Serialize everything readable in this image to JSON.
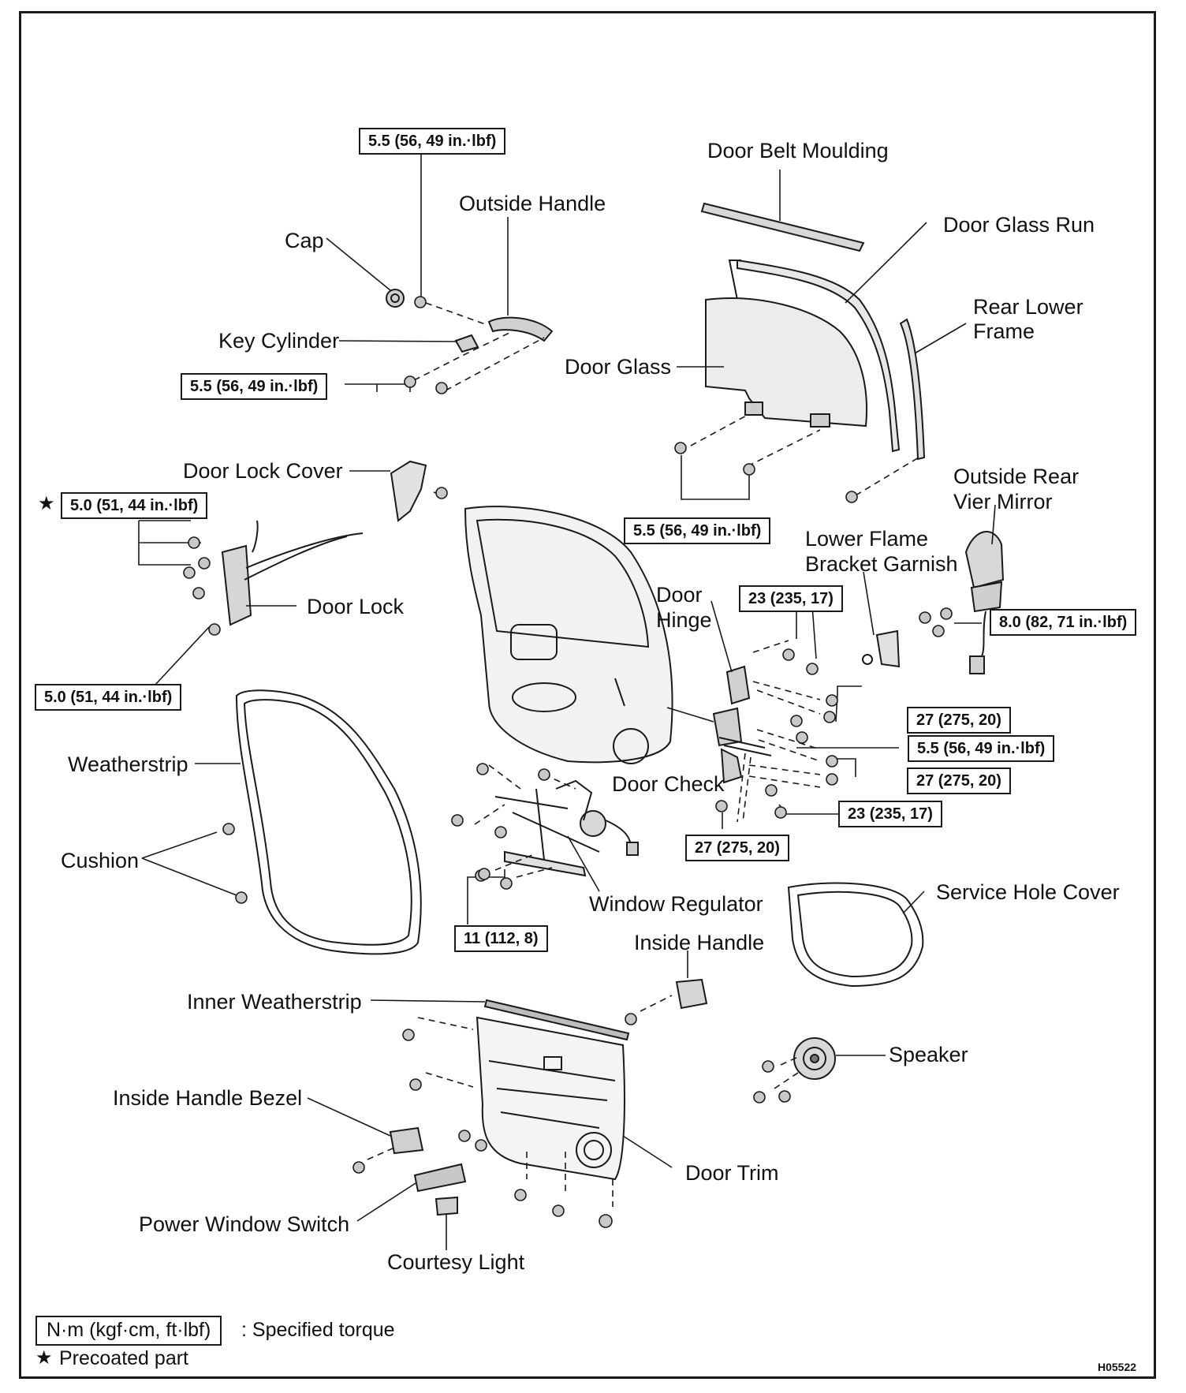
{
  "figure_code": "H05522",
  "labels": {
    "door_belt_moulding": "Door Belt Moulding",
    "outside_handle": "Outside Handle",
    "cap": "Cap",
    "door_glass_run": "Door Glass Run",
    "rear_lower_frame_1": "Rear Lower",
    "rear_lower_frame_2": "Frame",
    "key_cylinder": "Key Cylinder",
    "door_glass": "Door Glass",
    "door_lock_cover": "Door Lock Cover",
    "outside_rear_mirror_1": "Outside Rear",
    "outside_rear_mirror_2": "Vier Mirror",
    "lower_flame_1": "Lower Flame",
    "lower_flame_2": "Bracket Garnish",
    "door_lock": "Door Lock",
    "door_hinge_1": "Door",
    "door_hinge_2": "Hinge",
    "weatherstrip": "Weatherstrip",
    "door_check": "Door Check",
    "cushion": "Cushion",
    "window_regulator": "Window Regulator",
    "service_hole_cover": "Service Hole Cover",
    "inside_handle": "Inside Handle",
    "inner_weatherstrip": "Inner Weatherstrip",
    "speaker": "Speaker",
    "inside_handle_bezel": "Inside Handle Bezel",
    "door_trim": "Door Trim",
    "power_window_switch": "Power Window Switch",
    "courtesy_light": "Courtesy Light"
  },
  "torques": {
    "outside_handle_top": "5.5 (56, 49 in.·lbf)",
    "key_cylinder": "5.5 (56, 49 in.·lbf)",
    "door_lock_precoated": "5.0 (51, 44 in.·lbf)",
    "door_lock_lower": "5.0 (51, 44 in.·lbf)",
    "door_glass": "5.5 (56, 49 in.·lbf)",
    "hinge_upper": "23 (235, 17)",
    "mirror": "8.0 (82, 71 in.·lbf)",
    "hinge_body_upper": "27 (275, 20)",
    "door_check": "5.5 (56, 49 in.·lbf)",
    "hinge_body_lower": "27 (275, 20)",
    "hinge_lower_door": "23 (235, 17)",
    "hinge_lower_body": "27 (275, 20)",
    "window_regulator": "11 (112, 8)"
  },
  "legend": {
    "unit_box": "N·m (kgf·cm, ft·lbf)",
    "unit_desc": ": Specified torque",
    "precoated_symbol": "★",
    "precoated_text": "Precoated part"
  }
}
